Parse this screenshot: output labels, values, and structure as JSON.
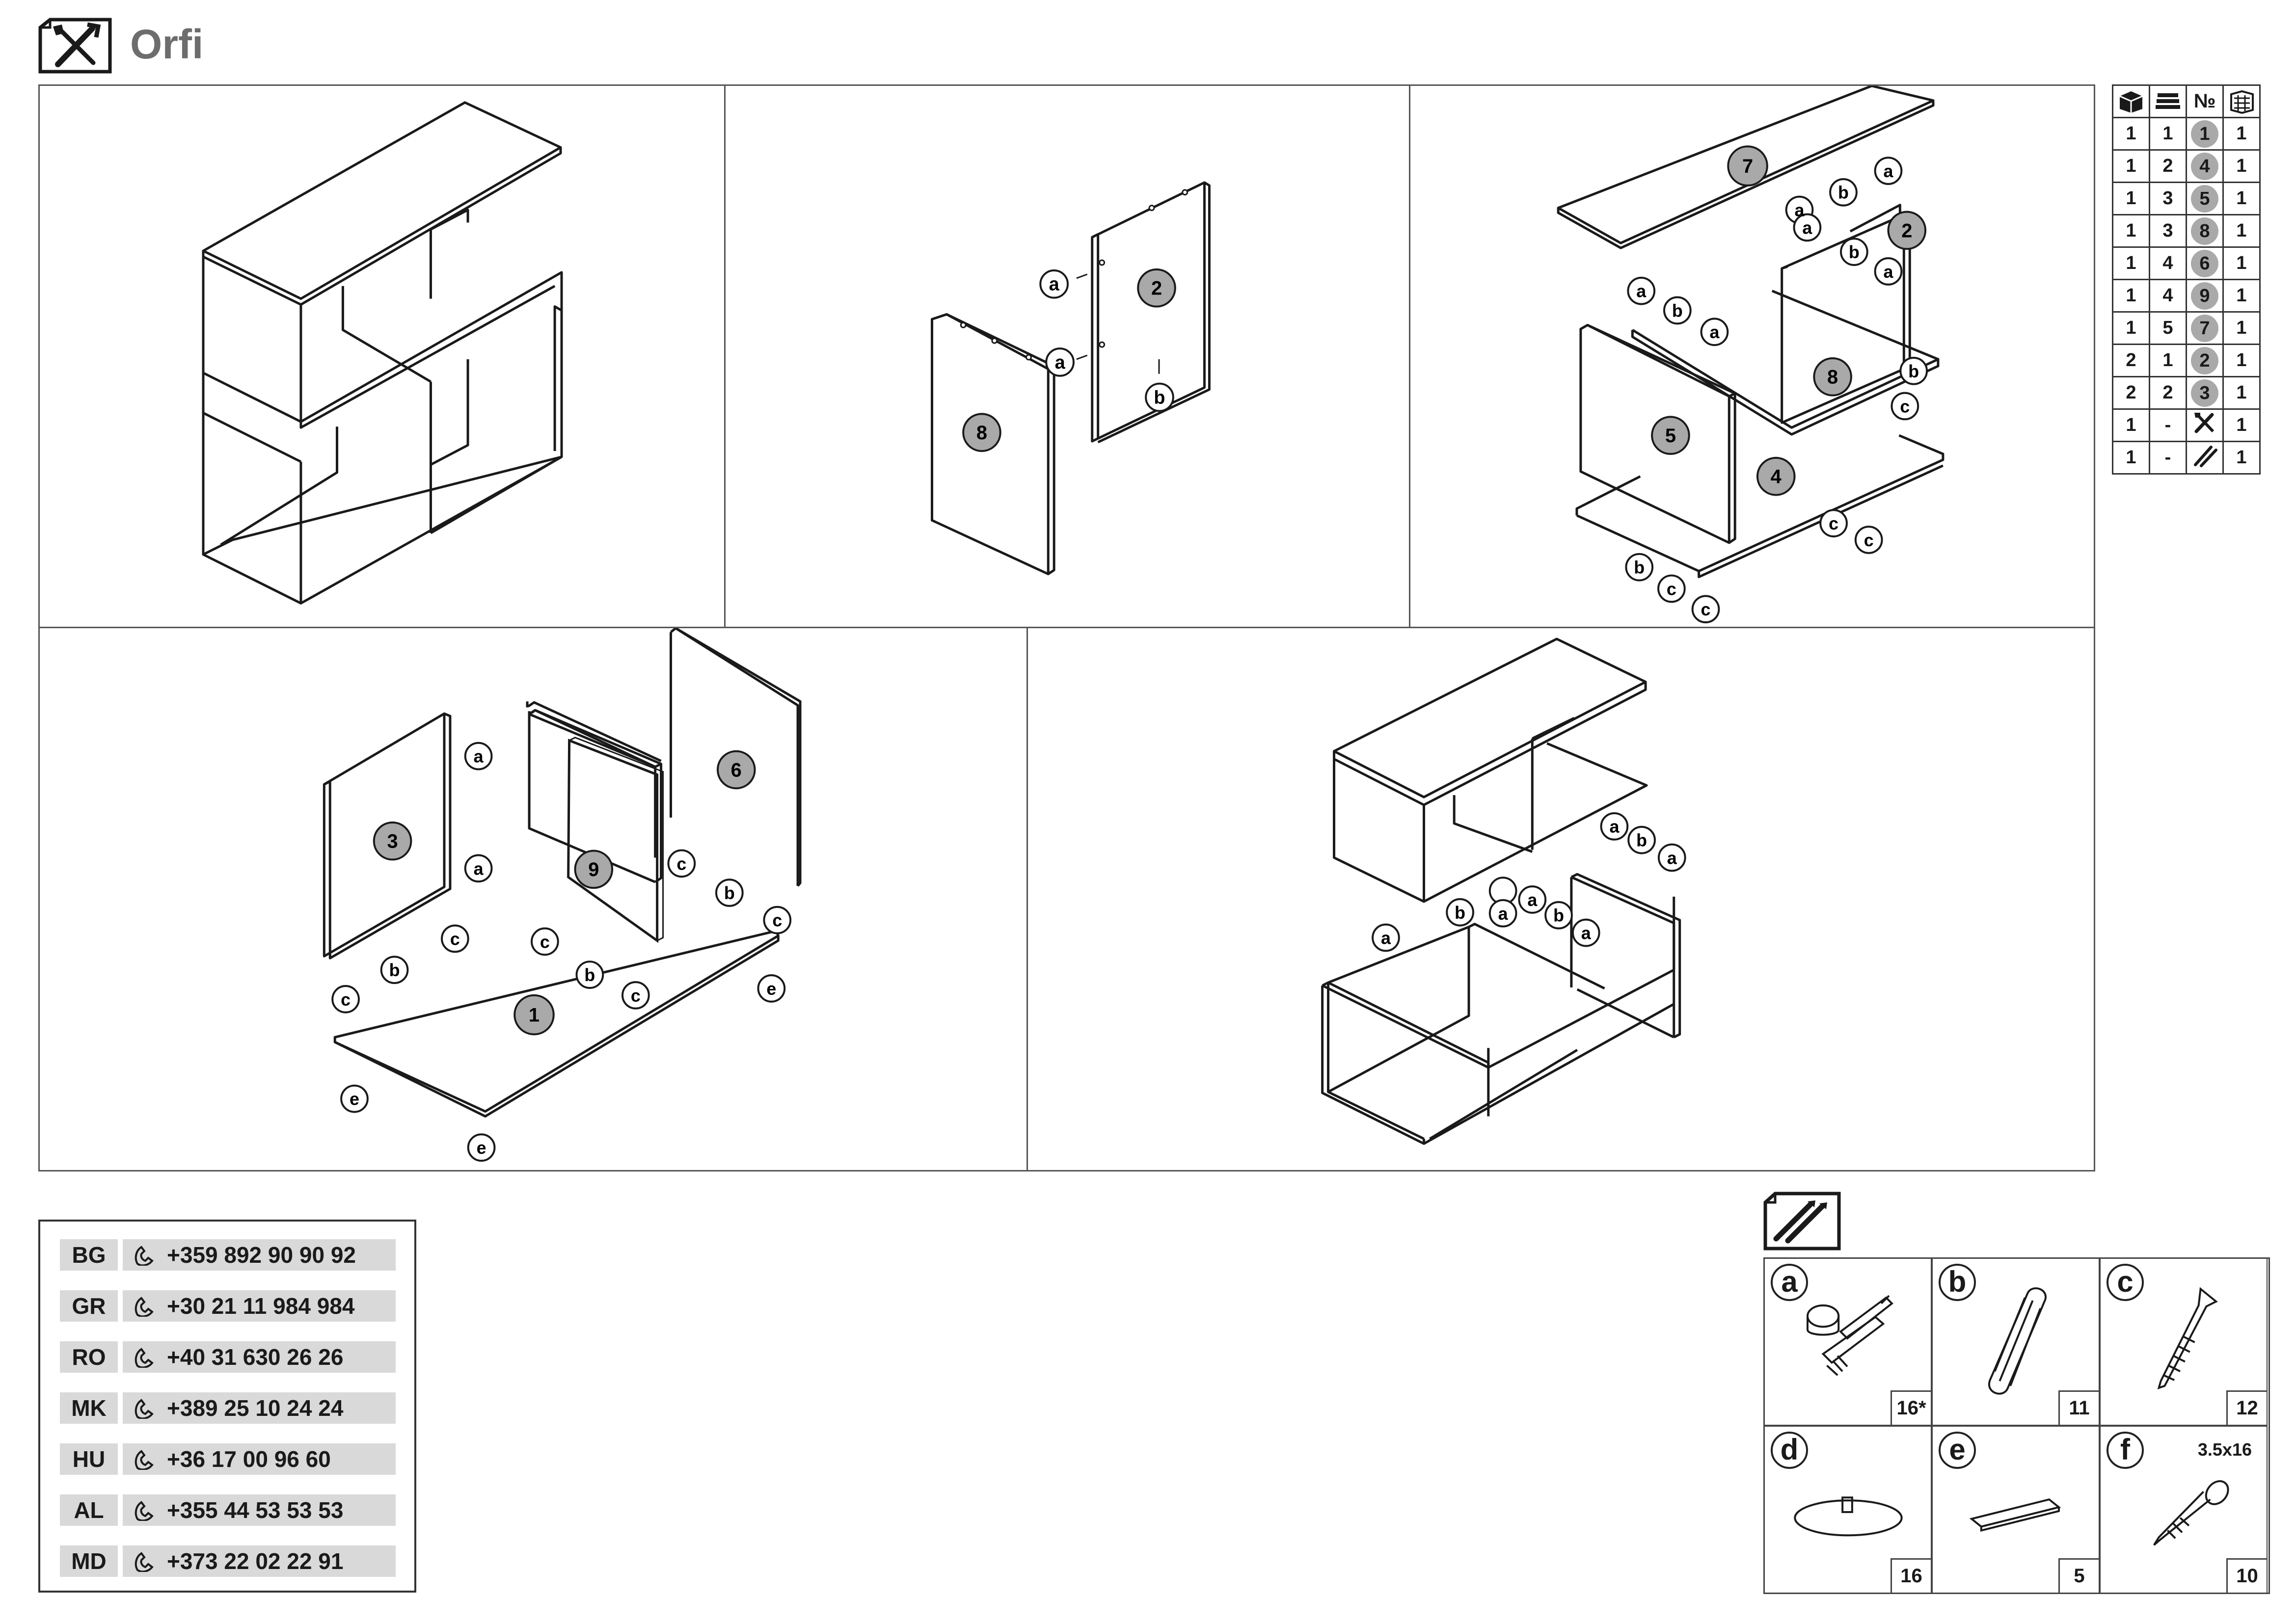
{
  "header": {
    "title": "Orfi",
    "icon": "tools-icon"
  },
  "steps": [
    {
      "id": "step-1",
      "parts": []
    },
    {
      "id": "step-2",
      "parts": [
        "2",
        "8"
      ],
      "fasteners": [
        "a",
        "a",
        "b"
      ]
    },
    {
      "id": "step-3",
      "parts": [
        "7",
        "2",
        "8",
        "5",
        "4"
      ],
      "fasteners": [
        "a",
        "b",
        "a",
        "a",
        "b",
        "a",
        "a",
        "b",
        "a",
        "b",
        "c",
        "c",
        "c",
        "b",
        "c",
        "c"
      ]
    },
    {
      "id": "step-4",
      "parts": [
        "3",
        "9",
        "6",
        "1"
      ],
      "fasteners": [
        "a",
        "a",
        "c",
        "c",
        "b",
        "c",
        "b",
        "c",
        "b",
        "c",
        "e",
        "e",
        "e"
      ]
    },
    {
      "id": "step-5",
      "parts": [],
      "fasteners": [
        "a",
        "b",
        "a",
        "a",
        "b",
        "a",
        "a",
        "b",
        "a"
      ]
    }
  ],
  "parts_table": {
    "headers": [
      "box-icon",
      "stack-icon",
      "№",
      "quantity-icon"
    ],
    "rows": [
      {
        "box": "1",
        "pack": "1",
        "no": "1",
        "qty": "1"
      },
      {
        "box": "1",
        "pack": "2",
        "no": "4",
        "qty": "1"
      },
      {
        "box": "1",
        "pack": "3",
        "no": "5",
        "qty": "1"
      },
      {
        "box": "1",
        "pack": "3",
        "no": "8",
        "qty": "1"
      },
      {
        "box": "1",
        "pack": "4",
        "no": "6",
        "qty": "1"
      },
      {
        "box": "1",
        "pack": "4",
        "no": "9",
        "qty": "1"
      },
      {
        "box": "1",
        "pack": "5",
        "no": "7",
        "qty": "1"
      },
      {
        "box": "2",
        "pack": "1",
        "no": "2",
        "qty": "1"
      },
      {
        "box": "2",
        "pack": "2",
        "no": "3",
        "qty": "1"
      },
      {
        "box": "1",
        "pack": "-",
        "no": "tools-icon",
        "qty": "1"
      },
      {
        "box": "1",
        "pack": "-",
        "no": "hardware-icon",
        "qty": "1"
      }
    ]
  },
  "contacts": [
    {
      "country": "BG",
      "phone": "+359 892 90 90 92"
    },
    {
      "country": "GR",
      "phone": "+30 21 11 984 984"
    },
    {
      "country": "RO",
      "phone": "+40 31 630 26 26"
    },
    {
      "country": "MK",
      "phone": "+389 25 10 24 24"
    },
    {
      "country": "HU",
      "phone": "+36 17 00 96 60"
    },
    {
      "country": "AL",
      "phone": "+355 44 53 53 53"
    },
    {
      "country": "MD",
      "phone": "+373 22 02 22 91"
    }
  ],
  "hardware": [
    {
      "letter": "a",
      "qty": "16*",
      "icon": "cam-lock-icon"
    },
    {
      "letter": "b",
      "qty": "11",
      "icon": "wood-dowel-icon"
    },
    {
      "letter": "c",
      "qty": "12",
      "icon": "confirmat-screw-icon"
    },
    {
      "letter": "d",
      "qty": "16",
      "icon": "glide-pad-icon"
    },
    {
      "letter": "e",
      "qty": "5",
      "icon": "shelf-support-icon"
    },
    {
      "letter": "f",
      "qty": "10",
      "size": "3.5x16",
      "icon": "wood-screw-icon"
    }
  ],
  "colors": {
    "part_chip": "#a9a9a9",
    "line": "#1a1a1a",
    "contact_bg": "#d9d9d9",
    "brand": "#6d6d6d"
  }
}
